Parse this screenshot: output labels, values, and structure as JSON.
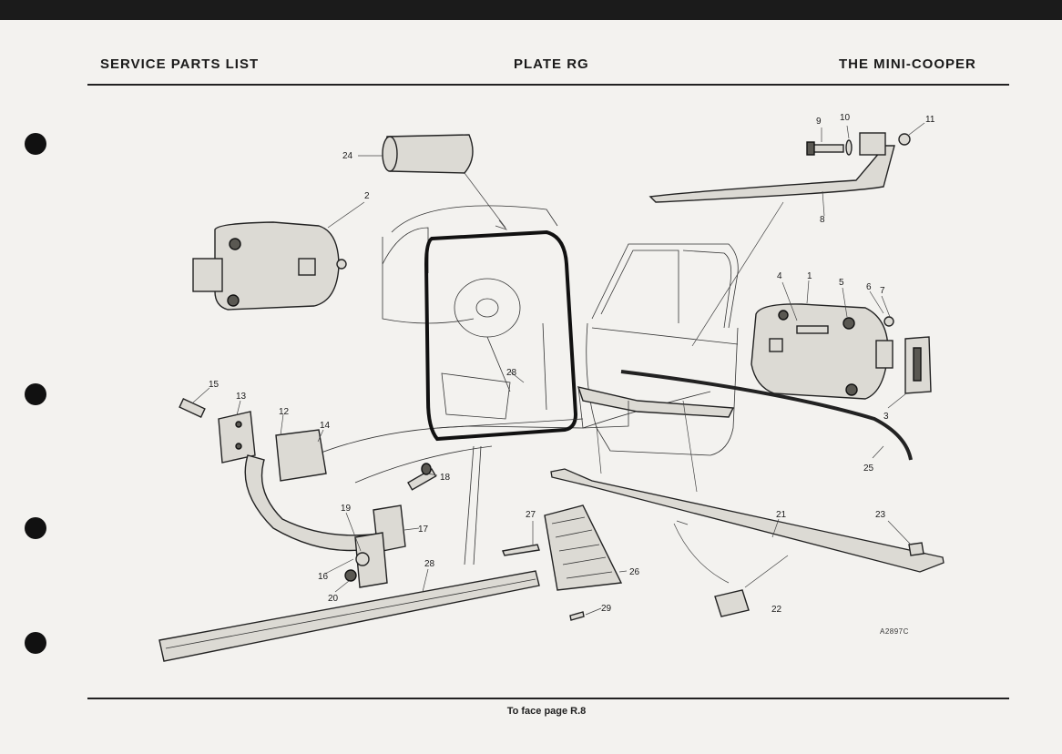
{
  "header": {
    "left": "SERVICE PARTS LIST",
    "center": "PLATE RG",
    "right": "THE MINI-COOPER"
  },
  "footer": {
    "text": "To face page R.8"
  },
  "reference_code": "A2897C",
  "callouts": [
    "1",
    "2",
    "3",
    "4",
    "5",
    "6",
    "7",
    "8",
    "9",
    "10",
    "11",
    "12",
    "13",
    "14",
    "15",
    "16",
    "17",
    "18",
    "19",
    "20",
    "21",
    "22",
    "23",
    "24",
    "25",
    "26",
    "27",
    "28",
    "28",
    "29"
  ]
}
